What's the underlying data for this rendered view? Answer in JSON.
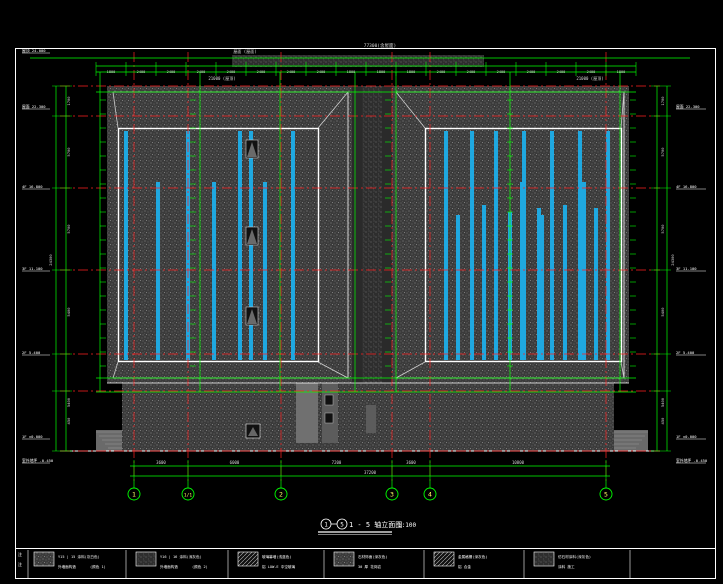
{
  "title": {
    "text": "1 - 5 轴立面图",
    "axis_start": "1",
    "axis_end": "5",
    "scale": "1:100"
  },
  "grid_axes": [
    "1",
    "1/1",
    "2",
    "3",
    "4",
    "5"
  ],
  "top_dimensions": {
    "overall": "77300(含屋面)",
    "upper_label": "屋面 (屋面)",
    "segments": [
      "1800",
      "2400",
      "2400",
      "2400",
      "2400",
      "2400",
      "2400",
      "2400",
      "1800",
      "1800",
      "1800",
      "2400",
      "2400",
      "2400",
      "2400",
      "2400",
      "2400",
      "1800"
    ],
    "left_block_label": "21000 (屋顶)",
    "right_block_label": "21000 (屋顶)"
  },
  "bottom_dimensions": {
    "segments": [
      "3600",
      "6000",
      "7200",
      "3600",
      "10800"
    ],
    "overall": "37200"
  },
  "left_level_labels": [
    "屋顶 24.000",
    "屋面 22.300",
    "4F 16.800",
    "3F 11.100",
    "2F 5.400",
    "1F ±0.000",
    "室外地坪 -0.450"
  ],
  "right_level_labels": [
    "屋面 22.300",
    "4F 16.800",
    "3F 11.100",
    "2F 5.400",
    "1F ±0.000",
    "室外地坪 -0.450"
  ],
  "left_vertical_dims": [
    "1700",
    "5700",
    "5700",
    "5400",
    "5400",
    "450"
  ],
  "right_vertical_dims": [
    "1700",
    "5700",
    "5700",
    "5400",
    "5400",
    "450"
  ],
  "legend": {
    "items": [
      {
        "line1": "Y15 | 15 涂料(灰白色)",
        "line2": "外墙面构造",
        "line3": "(颜色 1)"
      },
      {
        "line1": "Y16 | 16 涂料(深灰色)",
        "line2": "外墙面构造",
        "line3": "(颜色 2)"
      },
      {
        "line1": "玻璃幕墙(浅蓝色)",
        "line2": "铝 LOW-E 中空玻璃",
        "line3": ""
      },
      {
        "line1": "石材饰面(深灰色)",
        "line2": "30 厚 花岗岩",
        "line3": ""
      },
      {
        "line1": "金属格栅(深灰色)",
        "line2": "铝 合金",
        "line3": ""
      },
      {
        "line1": "仿石材涂料(深灰色)",
        "line2": "涂料 施工",
        "line3": ""
      }
    ]
  },
  "colors": {
    "background": "#000000",
    "frame": "#ffffff",
    "hatch_base": "#3b3b3b",
    "hatch_dot": "#9a9a9a",
    "glazing_blue": "#1fa8e0",
    "dimension_green": "#00ff00",
    "axis_red": "#ff2020",
    "white_line": "#ffffff",
    "text": "#ffffff"
  }
}
